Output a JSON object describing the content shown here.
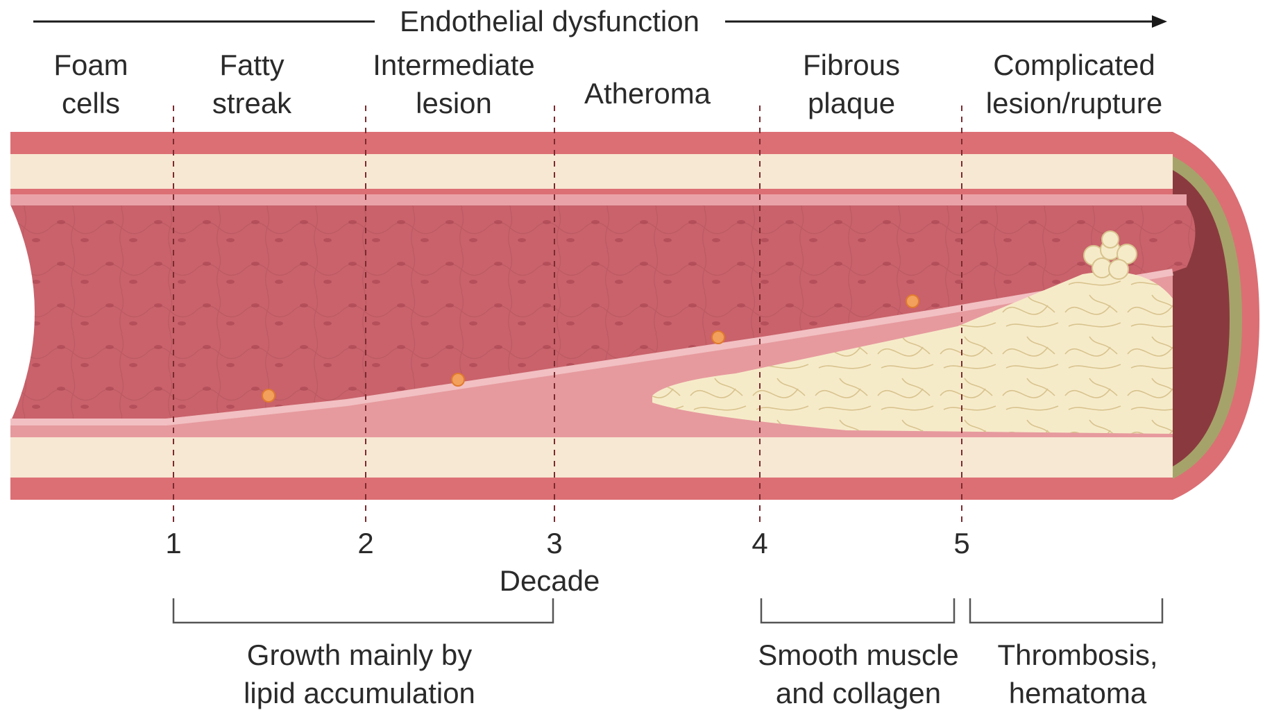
{
  "header": {
    "arrow_label": "Endothelial dysfunction"
  },
  "stages": [
    {
      "line1": "Foam",
      "line2": "cells"
    },
    {
      "line1": "Fatty",
      "line2": "streak"
    },
    {
      "line1": "Intermediate",
      "line2": "lesion"
    },
    {
      "line1": "Atheroma",
      "line2": ""
    },
    {
      "line1": "Fibrous",
      "line2": "plaque"
    },
    {
      "line1": "Complicated",
      "line2": "lesion/rupture"
    }
  ],
  "decade_axis": {
    "ticks": [
      "1",
      "2",
      "3",
      "4",
      "5"
    ],
    "label": "Decade"
  },
  "brackets": [
    {
      "line1": "Growth mainly by",
      "line2": "lipid accumulation"
    },
    {
      "line1": "Smooth muscle",
      "line2": "and collagen"
    },
    {
      "line1": "Thrombosis,",
      "line2": "hematoma"
    }
  ],
  "colors": {
    "outer_wall": "#dc6f74",
    "cream_layer": "#f7e8d3",
    "lumen": "#c9626b",
    "intima": "#e69a9e",
    "plaque": "#f6ebc9",
    "media_end": "#8a3a3f",
    "adventitia_end": "#a5a36a",
    "text": "#2a2a2a"
  }
}
